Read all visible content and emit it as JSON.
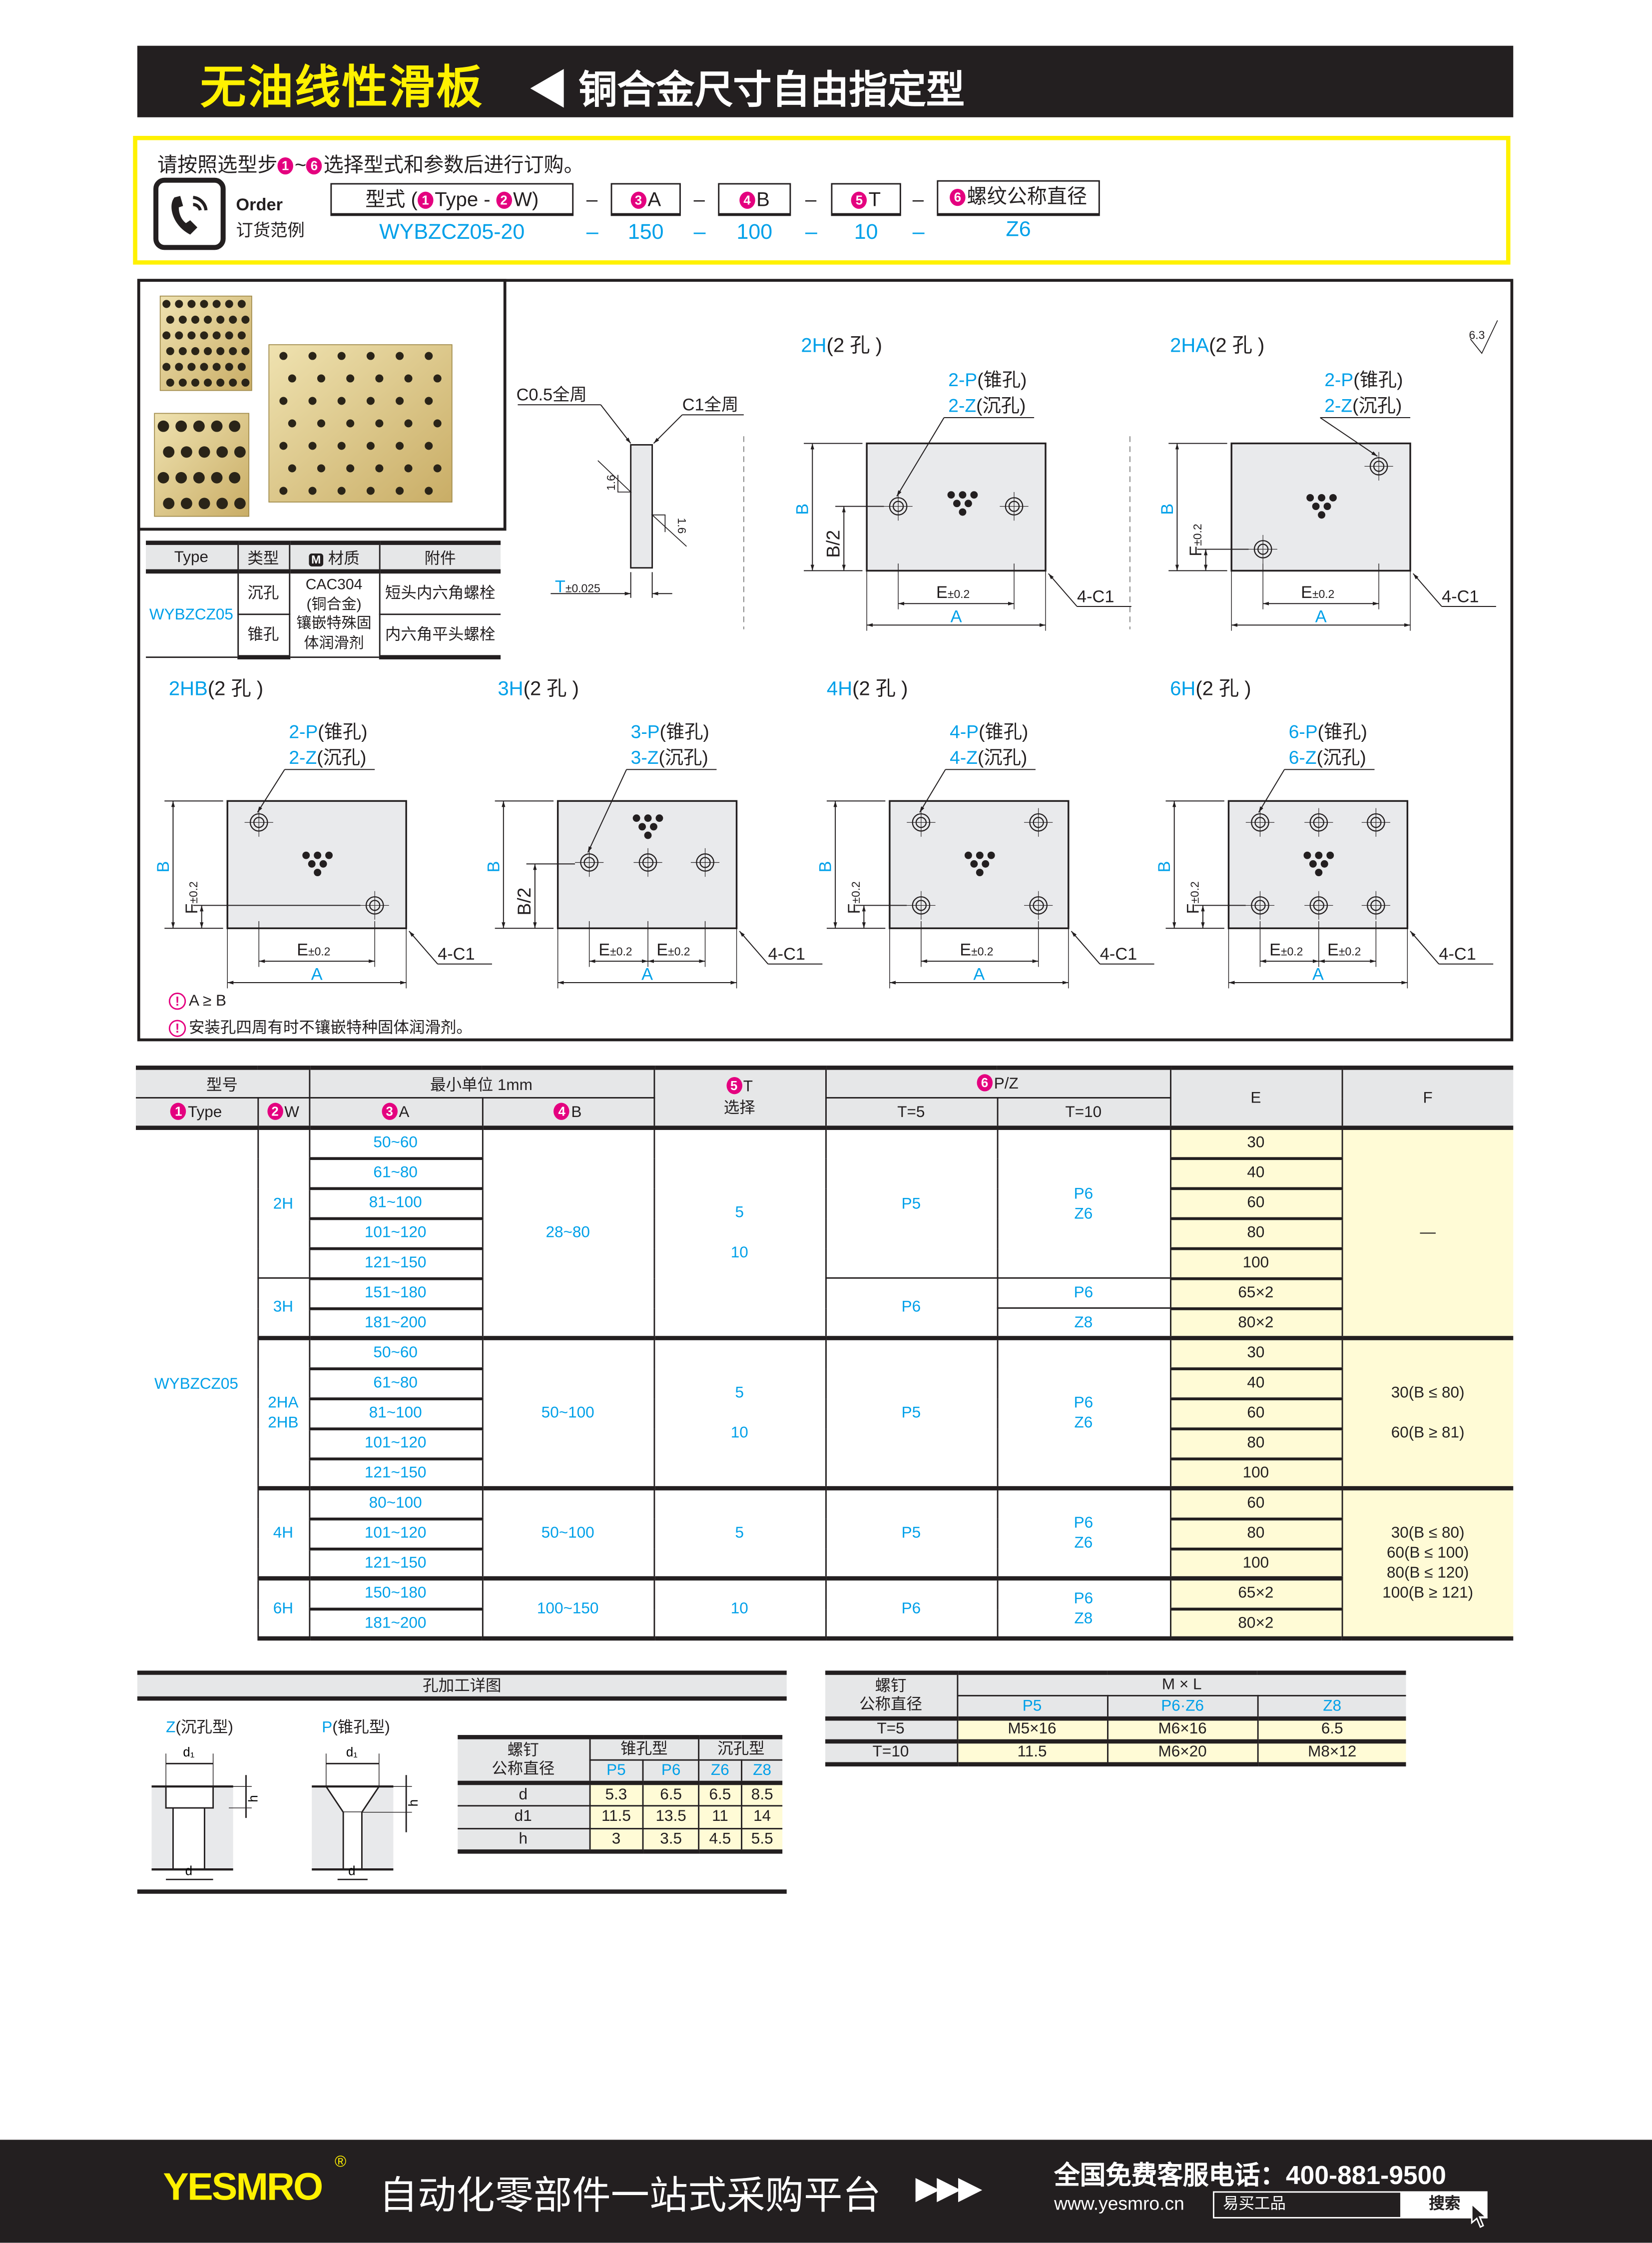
{
  "header": {
    "title": "无油线性滑板",
    "subtitle": "◀ 铜合金尺寸自由指定型"
  },
  "order": {
    "instruction_pre": "请按照选型步",
    "instruction_n1": "1",
    "instruction_mid": "~",
    "instruction_n6": "6",
    "instruction_post": "选择型式和参数后进行订购。",
    "order_en": "Order",
    "order_cn": "订货范例",
    "fields": [
      {
        "label": "型式 (",
        "n1": "1",
        "t1": "Type - ",
        "n2": "2",
        "t2": "W)"
      },
      {
        "n": "3",
        "label": "A"
      },
      {
        "n": "4",
        "label": "B"
      },
      {
        "n": "5",
        "label": "T"
      },
      {
        "n": "6",
        "label": "螺纹公称直径"
      }
    ],
    "dash": "–",
    "values": [
      "WYBZCZ05-20",
      "150",
      "100",
      "10",
      "Z6"
    ]
  },
  "type_table": {
    "headers": [
      "Type",
      "类型",
      "材质",
      "附件"
    ],
    "material_icon": "M",
    "type": "WYBZCZ05",
    "kinds": [
      "沉孔",
      "锥孔"
    ],
    "material": "CAC304\n(铜合金)\n镶嵌特殊固\n体润滑剂",
    "accessories": [
      "短头内六角螺栓",
      "内六角平头螺栓"
    ]
  },
  "side_view": {
    "c05": "C0.5全周",
    "c1": "C1全周",
    "t": "T",
    "t_tol": "±0.025",
    "ra": "1.6",
    "ra_top": "6.3"
  },
  "drawing_common": {
    "b": "B",
    "b2": "B/2",
    "f": "F",
    "e": "E",
    "tol": "±0.2",
    "a": "A",
    "c1": "4-C1"
  },
  "drawings": [
    {
      "code": "2H",
      "holes": "(2 孔 )",
      "p": "2-P",
      "p_s": "(锥孔)",
      "z": "2-Z",
      "z_s": "(沉孔)"
    },
    {
      "code": "2HA",
      "holes": "(2 孔 )",
      "p": "2-P",
      "p_s": "(锥孔)",
      "z": "2-Z",
      "z_s": "(沉孔)"
    },
    {
      "code": "2HB",
      "holes": "(2 孔 )",
      "p": "2-P",
      "p_s": "(锥孔)",
      "z": "2-Z",
      "z_s": "(沉孔)"
    },
    {
      "code": "3H",
      "holes": "(2 孔 )",
      "p": "3-P",
      "p_s": "(锥孔)",
      "z": "3-Z",
      "z_s": "(沉孔)"
    },
    {
      "code": "4H",
      "holes": "(2 孔 )",
      "p": "4-P",
      "p_s": "(锥孔)",
      "z": "4-Z",
      "z_s": "(沉孔)"
    },
    {
      "code": "6H",
      "holes": "(2 孔 )",
      "p": "6-P",
      "p_s": "(锥孔)",
      "z": "6-Z",
      "z_s": "(沉孔)"
    }
  ],
  "notes": [
    "A ≥ B",
    "安装孔四周有时不镶嵌特种固体润滑剂。"
  ],
  "spec_table": {
    "h_model": "型号",
    "h_unit": "最小单位 1mm",
    "h_t_n": "5",
    "h_t": "T",
    "h_t2": "选择",
    "h_pz_n": "6",
    "h_pz": "P/Z",
    "h_e": "E",
    "h_f": "F",
    "h_type_n": "1",
    "h_type": "Type",
    "h_w_n": "2",
    "h_w": "W",
    "h_a_n": "3",
    "h_a": "A",
    "h_b_n": "4",
    "h_b": "B",
    "h_t5": "T=5",
    "h_t10": "T=10",
    "type": "WYBZCZ05",
    "columns": {
      "w": [
        [
          "2H",
          5
        ],
        [
          "3H",
          2
        ],
        [
          "2HA\n2HB",
          5
        ],
        [
          "4H",
          3
        ],
        [
          "6H",
          2
        ]
      ],
      "a": [
        [
          "50~60",
          1
        ],
        [
          "61~80",
          1
        ],
        [
          "81~100",
          1
        ],
        [
          "101~120",
          1
        ],
        [
          "121~150",
          1
        ],
        [
          "151~180",
          1
        ],
        [
          "181~200",
          1
        ],
        [
          "50~60",
          1
        ],
        [
          "61~80",
          1
        ],
        [
          "81~100",
          1
        ],
        [
          "101~120",
          1
        ],
        [
          "121~150",
          1
        ],
        [
          "80~100",
          1
        ],
        [
          "101~120",
          1
        ],
        [
          "121~150",
          1
        ],
        [
          "150~180",
          1
        ],
        [
          "181~200",
          1
        ]
      ],
      "b": [
        [
          "28~80",
          7
        ],
        [
          "50~100",
          5
        ],
        [
          "50~100",
          3
        ],
        [
          "100~150",
          2
        ]
      ],
      "t": [
        [
          "5\n\n10",
          7
        ],
        [
          "5\n\n10",
          5
        ],
        [
          "5",
          3
        ],
        [
          "10",
          2
        ]
      ],
      "t5": [
        [
          "P5",
          5
        ],
        [
          "P6",
          2
        ],
        [
          "P5",
          5
        ],
        [
          "P5",
          3
        ],
        [
          "P6",
          2
        ]
      ],
      "t10": [
        [
          "P6\nZ6",
          5
        ],
        [
          "P6",
          1
        ],
        [
          "Z8",
          1
        ],
        [
          "P6\nZ6",
          5
        ],
        [
          "P6\nZ6",
          3
        ],
        [
          "P6\nZ8",
          2
        ]
      ],
      "e": [
        [
          "30",
          1
        ],
        [
          "40",
          1
        ],
        [
          "60",
          1
        ],
        [
          "80",
          1
        ],
        [
          "100",
          1
        ],
        [
          "65×2",
          1
        ],
        [
          "80×2",
          1
        ],
        [
          "30",
          1
        ],
        [
          "40",
          1
        ],
        [
          "60",
          1
        ],
        [
          "80",
          1
        ],
        [
          "100",
          1
        ],
        [
          "60",
          1
        ],
        [
          "80",
          1
        ],
        [
          "100",
          1
        ],
        [
          "65×2",
          1
        ],
        [
          "80×2",
          1
        ]
      ],
      "f": [
        [
          "—",
          7
        ],
        [
          "30(B ≤ 80)\n\n60(B ≥ 81)",
          5
        ],
        [
          "30(B ≤ 80)\n60(B ≤ 100)\n80(B ≤ 120)\n100(B ≥ 121)",
          5
        ]
      ]
    }
  },
  "hole_detail": {
    "caption": "孔加工详图",
    "z_code": "Z",
    "z_name": "(沉孔型)",
    "p_code": "P",
    "p_name": "(锥孔型)",
    "d1": "d₁",
    "d": "d",
    "h": "h",
    "table": {
      "h_screw": "螺钉\n公称直径",
      "h_cone": "锥孔型",
      "h_cb": "沉孔型",
      "cols": [
        "P5",
        "P6",
        "Z6",
        "Z8"
      ],
      "rows": [
        {
          "label": "d",
          "v": [
            "5.3",
            "6.5",
            "6.5",
            "8.5"
          ]
        },
        {
          "label": "d1",
          "v": [
            "11.5",
            "13.5",
            "11",
            "14"
          ]
        },
        {
          "label": "h",
          "v": [
            "3",
            "3.5",
            "4.5",
            "5.5"
          ]
        }
      ]
    }
  },
  "screw_table": {
    "h_screw": "螺钉\n公称直径",
    "h_ml": "M × L",
    "cols": [
      "P5",
      "P6·Z6",
      "Z8"
    ],
    "rows": [
      {
        "label": "T=5",
        "v": [
          "M5×16",
          "M6×16",
          "6.5"
        ]
      },
      {
        "label": "T=10",
        "v": [
          "11.5",
          "M6×20",
          "M8×12"
        ]
      }
    ]
  },
  "footer": {
    "brand": "YESMRO",
    "reg": "®",
    "slogan": "自动化零部件一站式采购平台",
    "arrows": "▶▶▶",
    "hotline": "全国免费客服电话：400-881-9500",
    "url": "www.yesmro.cn",
    "search_value": "易买工品",
    "search_btn": "搜索"
  },
  "colors": {
    "accent_blue": "#00a0e9",
    "magenta": "#e4007f",
    "yellow": "#fff100",
    "cream": "#fffbd6"
  }
}
